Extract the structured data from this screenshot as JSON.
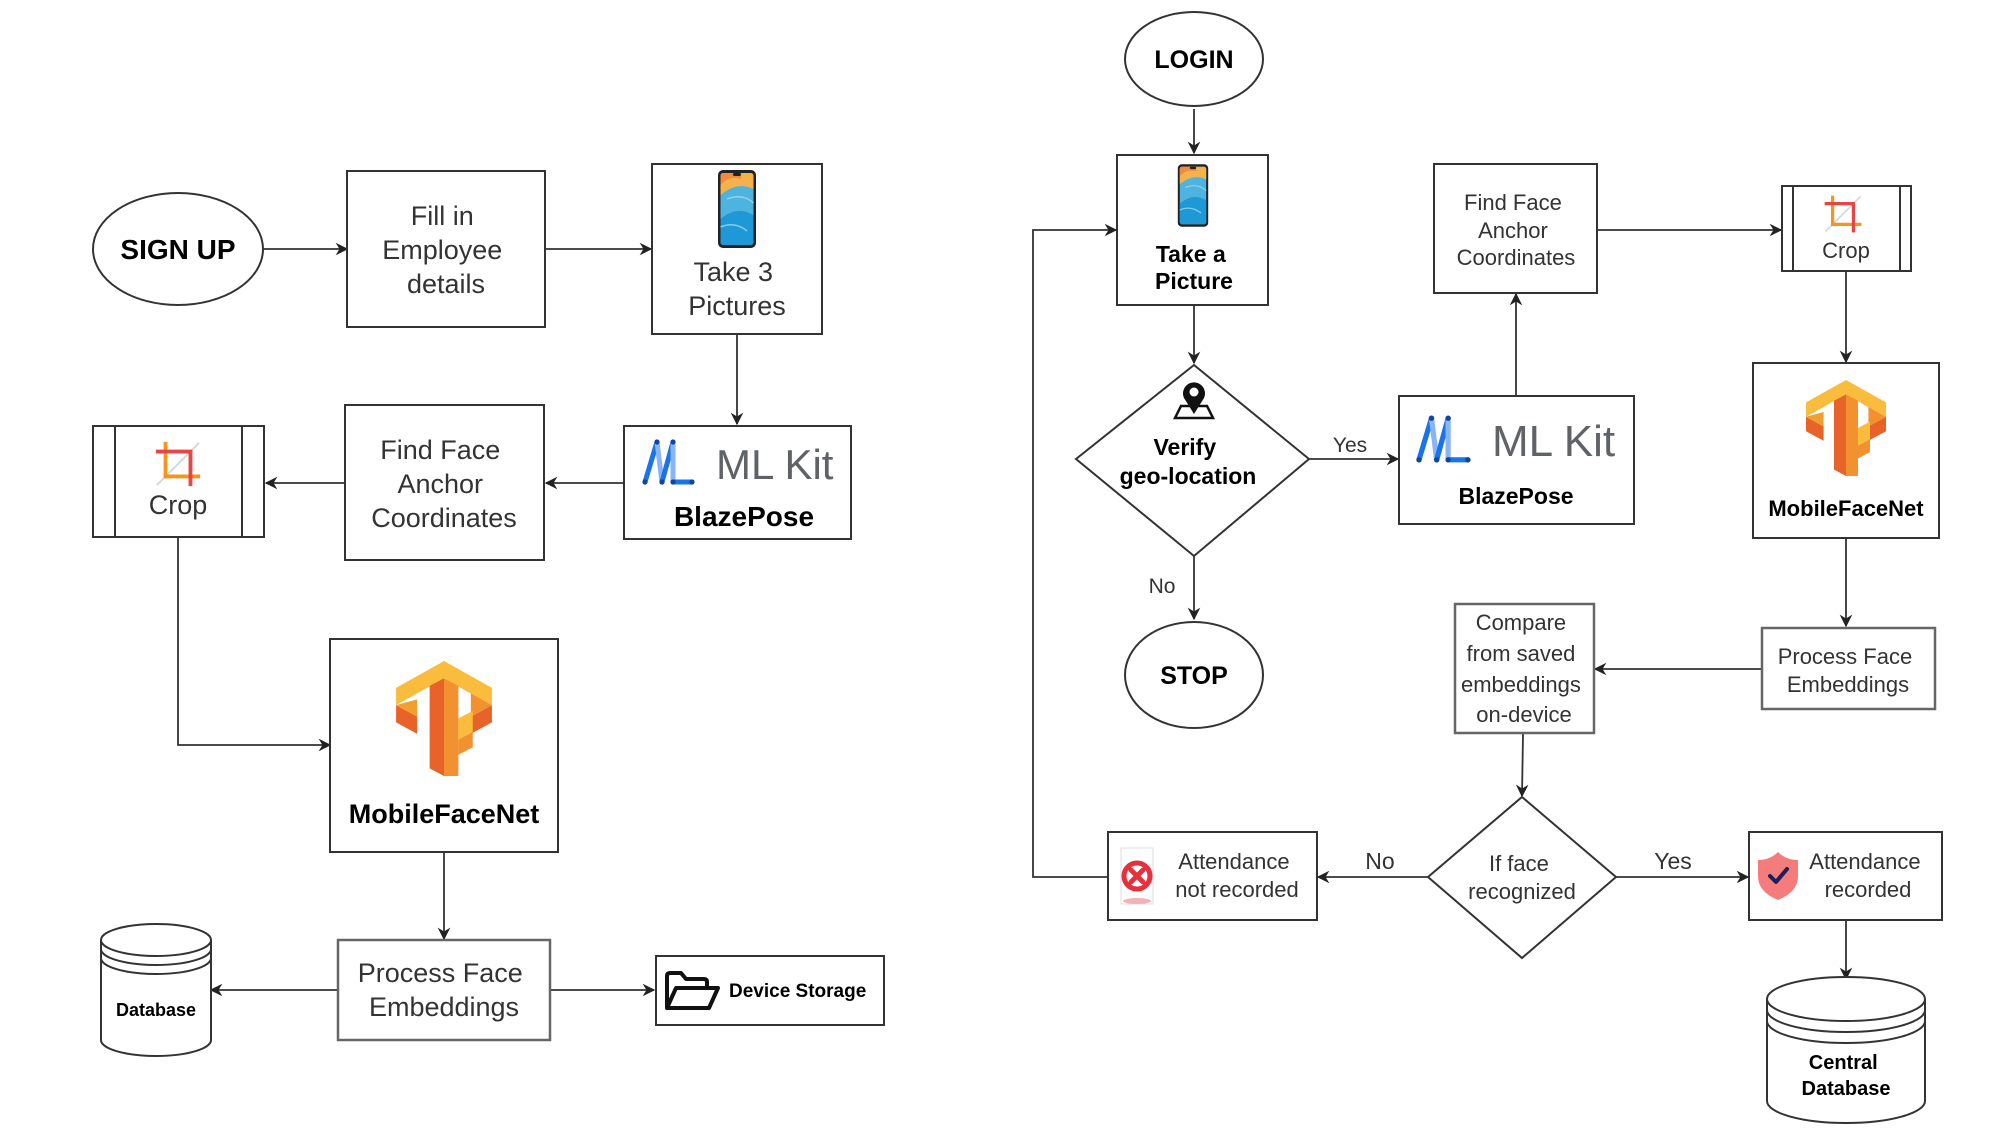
{
  "diagram": {
    "signup_flow": {
      "start": "SIGN UP",
      "fill_details": [
        "Fill in",
        "Employee",
        "details"
      ],
      "take_pictures": [
        "Take 3",
        "Pictures"
      ],
      "mlkit_label": "ML Kit",
      "mlkit_model": "BlazePose",
      "find_anchor": [
        "Find Face",
        "Anchor",
        "Coordinates"
      ],
      "crop": "Crop",
      "mobilefacenet": "MobileFaceNet",
      "process_embeddings": [
        "Process Face",
        "Embeddings"
      ],
      "database": "Database",
      "device_storage": "Device Storage"
    },
    "login_flow": {
      "start": "LOGIN",
      "take_picture": [
        "Take a",
        "Picture"
      ],
      "verify_geo": [
        "Verify",
        "geo-location"
      ],
      "yes_label": "Yes",
      "no_label": "No",
      "stop": "STOP",
      "mlkit_label": "ML Kit",
      "mlkit_model": "BlazePose",
      "find_anchor": [
        "Find Face",
        "Anchor",
        "Coordinates"
      ],
      "crop": "Crop",
      "mobilefacenet": "MobileFaceNet",
      "process_embeddings": [
        "Process Face",
        "Embeddings"
      ],
      "compare": [
        "Compare",
        "from saved",
        "embeddings",
        "on-device"
      ],
      "face_recognized": [
        "If face",
        "recognized"
      ],
      "face_yes_label": "Yes",
      "face_no_label": "No",
      "attendance_not_recorded": [
        "Attendance",
        "not recorded"
      ],
      "attendance_recorded": [
        "Attendance",
        "recorded"
      ],
      "central_database": [
        "Central",
        "Database"
      ]
    },
    "icons": {
      "phone": "smartphone-icon",
      "mlkit": "mlkit-logo-icon",
      "crop": "crop-icon",
      "tensorflow": "tensorflow-logo-icon",
      "folder": "folder-open-icon",
      "location": "location-pin-icon",
      "reject": "x-circle-icon",
      "shield": "shield-check-icon"
    },
    "colors": {
      "mlkit_blue": "#1a73e8",
      "mlkit_light_blue": "#8ab4f8",
      "mlkit_text": "#5f6368",
      "tf_orange": "#f7a520",
      "tf_dark_orange": "#e8632a",
      "crop_red": "#e84545",
      "crop_orange": "#f7941e",
      "reject_red": "#e8303c",
      "shield_red": "#f47c7c",
      "check_navy": "#1b1f5a"
    }
  }
}
